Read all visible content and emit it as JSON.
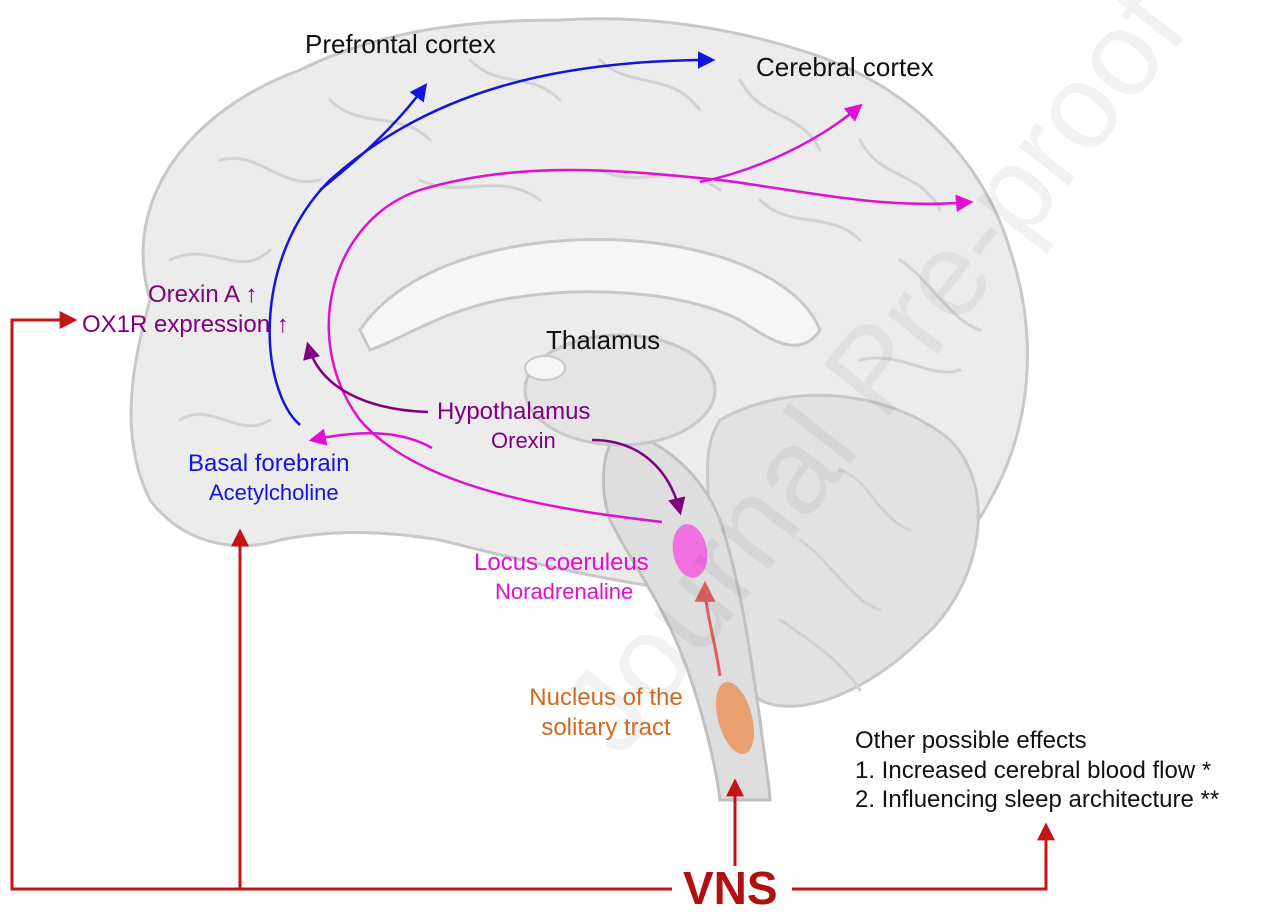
{
  "labels": {
    "prefrontal_cortex": "Prefrontal cortex",
    "cerebral_cortex": "Cerebral cortex",
    "thalamus": "Thalamus",
    "orexin_a": "Orexin A ↑",
    "ox1r_expression": "OX1R expression ↑",
    "hypothalamus": "Hypothalamus",
    "orexin": "Orexin",
    "basal_forebrain": "Basal forebrain",
    "acetylcholine": "Acetylcholine",
    "locus_coeruleus": "Locus coeruleus",
    "noradrenaline": "Noradrenaline",
    "nucleus_line1": "Nucleus of the",
    "nucleus_line2": "solitary tract",
    "vns": "VNS"
  },
  "other_effects": {
    "title": "Other possible effects",
    "items": [
      "1. Increased cerebral blood flow *",
      "2. Influencing sleep architecture **"
    ]
  },
  "watermark": "Journal Pre-proof",
  "colors": {
    "vns_red": "#c41414",
    "vns_text": "#b01010",
    "blue_pathway": "#1414e0",
    "magenta_pathway": "#e010d0",
    "purple_pathway": "#800080",
    "orange_nucleus": "#d06a1e",
    "brain_fill": "#ececec",
    "brain_outline": "#c8c8c8"
  }
}
